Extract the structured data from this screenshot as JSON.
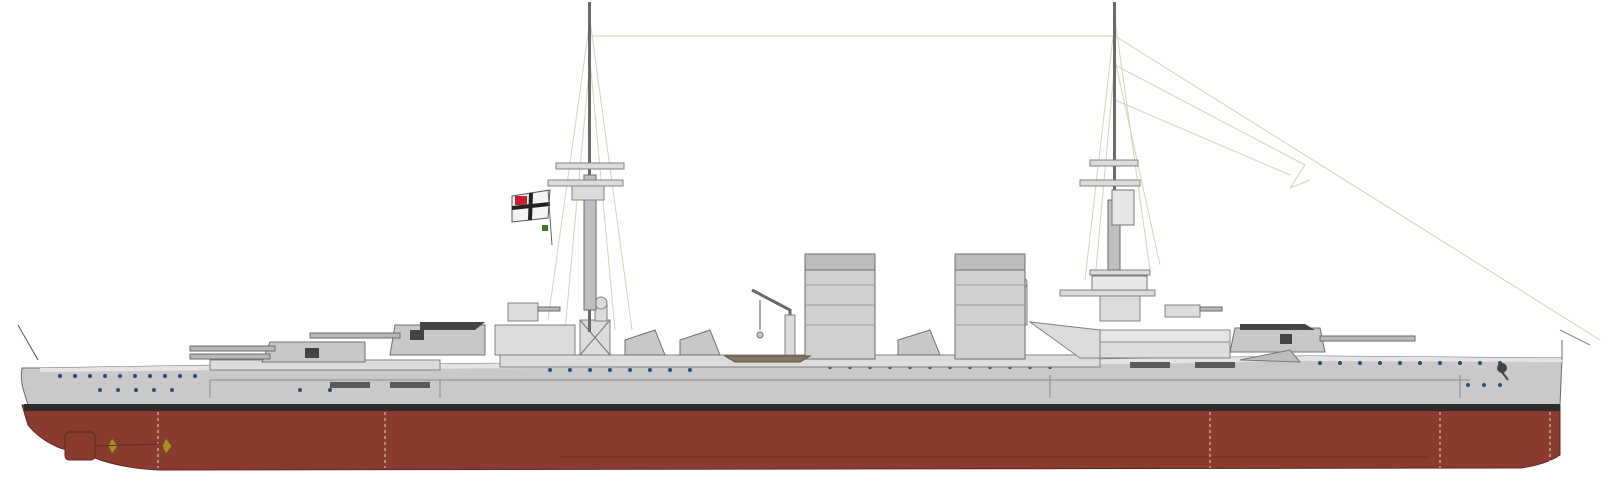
{
  "image": {
    "subject": "warship",
    "elements": [
      "hull",
      "funnels",
      "masts",
      "turrets",
      "rigging",
      "flag"
    ]
  },
  "colors": {
    "background": "#ffffff",
    "hull_upper": "#c9c9c9",
    "hull_lower": "#8b3a2f",
    "boot_topping": "#2b2b2b",
    "superstructure": "#d6d6d6",
    "rigging": "#d8d2b8",
    "portholes": "#2d4a7a",
    "flag_red": "#c8202a",
    "propeller": "#b08a2a"
  },
  "icons": [
    "naval-ensign-icon",
    "propeller-icon",
    "anchor-icon"
  ]
}
